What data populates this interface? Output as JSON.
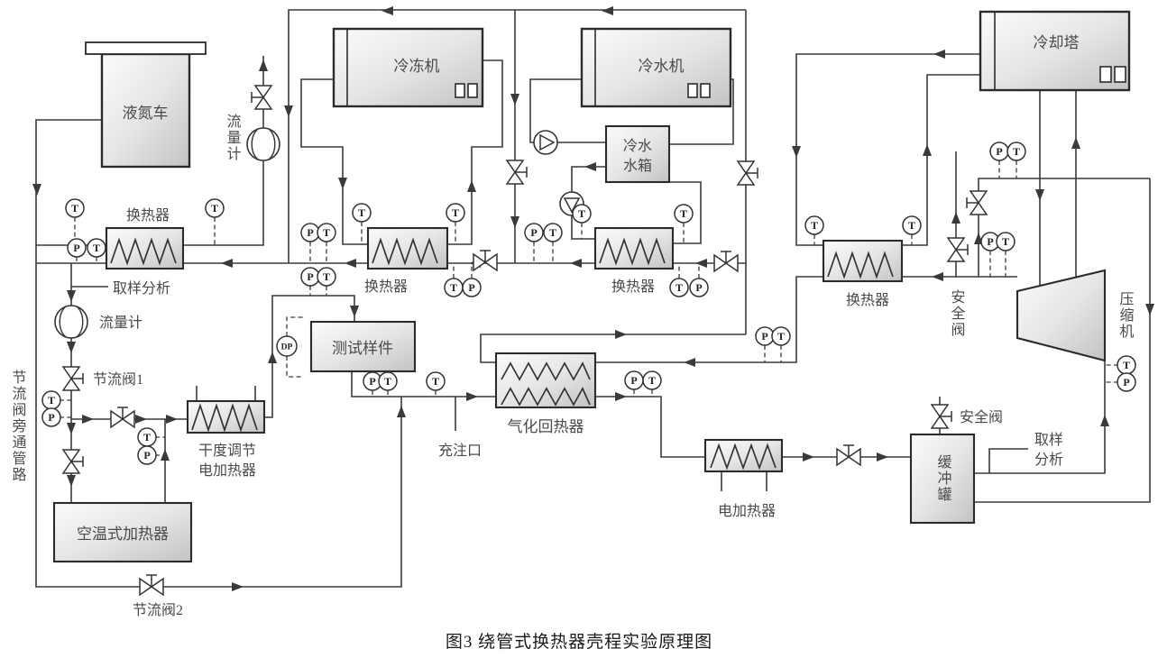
{
  "figure_caption": "图3  绕管式换热器壳程实验原理图",
  "components": {
    "ln2_truck": "液氮车",
    "flow_meter": "流量计",
    "heat_exchanger": "换热器",
    "freezer": "冷冻机",
    "chiller": "冷水机",
    "cold_water_tank": [
      "冷水",
      "水箱"
    ],
    "cooling_tower": "冷却塔",
    "sampling_analysis": "取样分析",
    "sampling_analysis_2l": [
      "取样",
      "分析"
    ],
    "throttle_valve_1": "节流阀1",
    "throttle_valve_2": "节流阀2",
    "throttle_bypass_line": "节流阀旁通管路",
    "test_sample": "测试样件",
    "dryness_heater": [
      "干度调节",
      "电加热器"
    ],
    "air_temp_heater": "空温式加热器",
    "filling_port": "充注口",
    "vaporization_recuperator": "气化回热器",
    "electric_heater": "电加热器",
    "buffer_tank": "缓冲罐",
    "safety_valve": "安全阀",
    "compressor": "压缩机"
  },
  "instrument_labels": {
    "temperature": "T",
    "pressure": "P",
    "differential_pressure": "DP"
  },
  "colors": {
    "line": "#3a3a3a",
    "box_stroke": "#2b2b2b",
    "background": "#ffffff"
  }
}
